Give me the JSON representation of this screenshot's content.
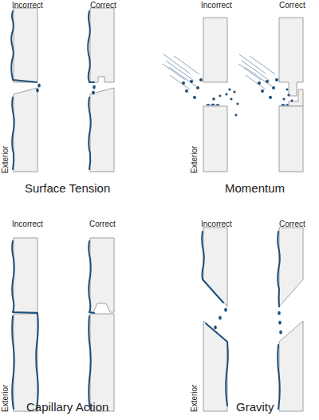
{
  "diagram": {
    "labels": [
      "Incorrect",
      "Correct",
      "Exterior",
      "Surface Tension",
      "Incorrect",
      "Correct",
      "Exterior",
      "Momentum",
      "Incorrect",
      "Correct",
      "Exterior",
      "Capillary Action",
      "Incorrect",
      "Correct",
      "Exterior",
      "Gravity"
    ]
  }
}
